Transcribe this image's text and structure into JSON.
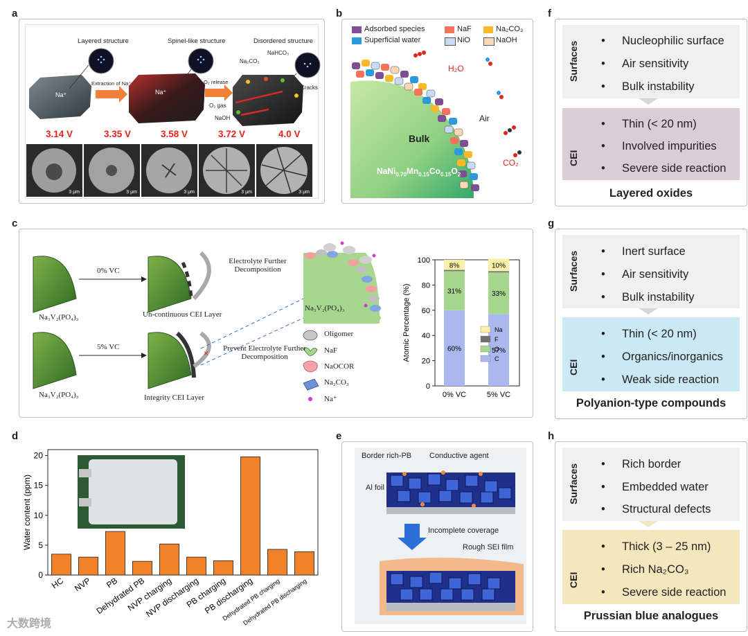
{
  "panels": {
    "a": {
      "label": "a",
      "structures": [
        "Layered structure",
        "Spinel-like structure",
        "Disordered structure"
      ],
      "arrows": [
        "Extraction of Na⁺",
        "O₂ release"
      ],
      "annotations": [
        "Na⁺",
        "Na⁺",
        "Na₂CO₃",
        "NaHCO₃",
        "Cracks",
        "O₂ gas",
        "NaOH"
      ],
      "voltages": [
        "3.14 V",
        "3.35 V",
        "3.58 V",
        "3.72 V",
        "4.0 V"
      ],
      "scalebar": "3 μm"
    },
    "b": {
      "label": "b",
      "legend": [
        "Adsorbed species",
        "NaF",
        "Na₂CO₃",
        "Superficial water",
        "NiO",
        "NaOH"
      ],
      "legend_colors": [
        "#7e4f92",
        "#f2735a",
        "#f7b92a",
        "#2c9ad8",
        "#c7dcf0",
        "#f8d9b4"
      ],
      "labels": [
        "H₂O",
        "Air",
        "CO₂",
        "Bulk"
      ],
      "formula_base": "NaNi",
      "formula_subs": [
        "0.70",
        "0.15",
        "0.15"
      ],
      "formula_parts": [
        "Mn",
        "Co",
        "O"
      ],
      "formula_o_sub": "2"
    },
    "c": {
      "label": "c",
      "material": "Na₃V₂(PO₄)₃",
      "vc0": "0% VC",
      "vc5": "5% VC",
      "decomposition": "Electrolyte Further Decomposition",
      "prevent": "Prevent Electrolyte Further Decomposition",
      "cei_uncontinuous": "Un-continuous CEI Layer",
      "cei_integrity": "Integrity CEI Layer",
      "legend": [
        "Oligomer",
        "NaF",
        "NaOCOR",
        "Na₂CO₃",
        "Na⁺"
      ]
    },
    "d": {
      "label": "d"
    },
    "e": {
      "label": "e",
      "texts": [
        "Border rich-PB",
        "Conductive agent",
        "Al foil",
        "Incomplete coverage",
        "Rough SEI film"
      ]
    },
    "f": {
      "label": "f",
      "surfaces_label": "Surfaces",
      "cei_label": "CEI",
      "surfaces": [
        "Nucleophilic surface",
        "Air sensitivity",
        "Bulk instability"
      ],
      "cei": [
        "Thin (< 20 nm)",
        "Involved impurities",
        "Severe side reaction"
      ],
      "title": "Layered oxides",
      "cei_color": "#d9cdd8"
    },
    "g": {
      "label": "g",
      "surfaces_label": "Surfaces",
      "cei_label": "CEI",
      "surfaces": [
        "Inert surface",
        "Air sensitivity",
        "Bulk instability"
      ],
      "cei": [
        "Thin (< 20 nm)",
        "Organics/inorganics",
        "Weak side reaction"
      ],
      "title": "Polyanion-type compounds",
      "cei_color": "#cbe9f5"
    },
    "h": {
      "label": "h",
      "surfaces_label": "Surfaces",
      "cei_label": "CEI",
      "surfaces": [
        "Rich border",
        "Embedded water",
        "Structural defects"
      ],
      "cei": [
        "Thick (3 – 25 nm)",
        "Rich Na₂CO₃",
        "Severe side reaction"
      ],
      "title": "Prussian blue analogues",
      "cei_color": "#f4e7bd"
    },
    "watermark": "大数跨境"
  },
  "chart_data": [
    {
      "type": "bar",
      "id": "d",
      "categories": [
        "HC",
        "NVP",
        "PB",
        "Dehydrated PB",
        "NVP charging",
        "NVP discharging",
        "PB charging",
        "PB discharging",
        "Dehydrated PB charging",
        "Dehydrated PB discharging"
      ],
      "values": [
        3.5,
        3.0,
        7.3,
        2.3,
        5.2,
        3.0,
        2.4,
        19.8,
        4.3,
        3.9
      ],
      "ylabel": "Water content (ppm)",
      "ylim": [
        0,
        21
      ],
      "yticks": [
        0,
        5,
        10,
        15,
        20
      ],
      "bar_color": "#f2822a"
    },
    {
      "type": "bar",
      "id": "c-inset",
      "stacked": true,
      "categories": [
        "0% VC",
        "5% VC"
      ],
      "ylabel": "Atomic Percentage (%)",
      "ylim": [
        0,
        100
      ],
      "yticks": [
        0,
        20,
        40,
        60,
        80,
        100
      ],
      "series": [
        {
          "name": "C",
          "values": [
            60,
            57
          ],
          "labels": [
            "60%",
            "57%"
          ],
          "color": "#aab8ef"
        },
        {
          "name": "O",
          "values": [
            31,
            33
          ],
          "labels": [
            "31%",
            "33%"
          ],
          "color": "#a7d68f"
        },
        {
          "name": "F",
          "values": [
            1,
            1
          ],
          "labels": [
            "1%",
            "1%"
          ],
          "color": "#707070"
        },
        {
          "name": "Na",
          "values": [
            8,
            10
          ],
          "labels": [
            "8%",
            "10%"
          ],
          "color": "#faf0a8"
        }
      ],
      "legend_order": [
        "Na",
        "F",
        "O",
        "C"
      ]
    }
  ]
}
